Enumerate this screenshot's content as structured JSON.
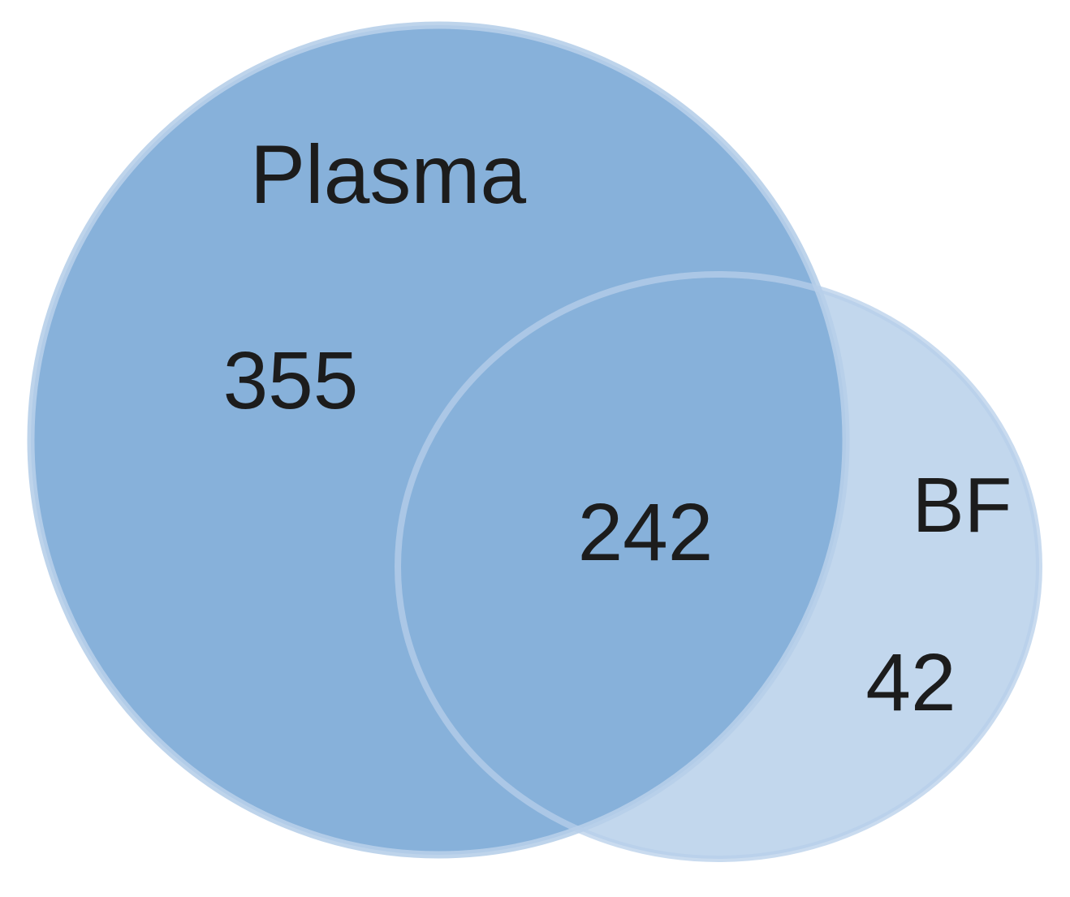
{
  "diagram": {
    "type": "venn",
    "sets": [
      {
        "label": "Plasma",
        "only_count": "355"
      },
      {
        "label": "BF",
        "only_count": "42"
      }
    ],
    "intersection_count": "242",
    "colors": {
      "plasma_fill": "#87B1DA",
      "bf_fill": "#C2D7ED",
      "rim": "#B7CFE9",
      "text": "#1C1C1C"
    }
  }
}
